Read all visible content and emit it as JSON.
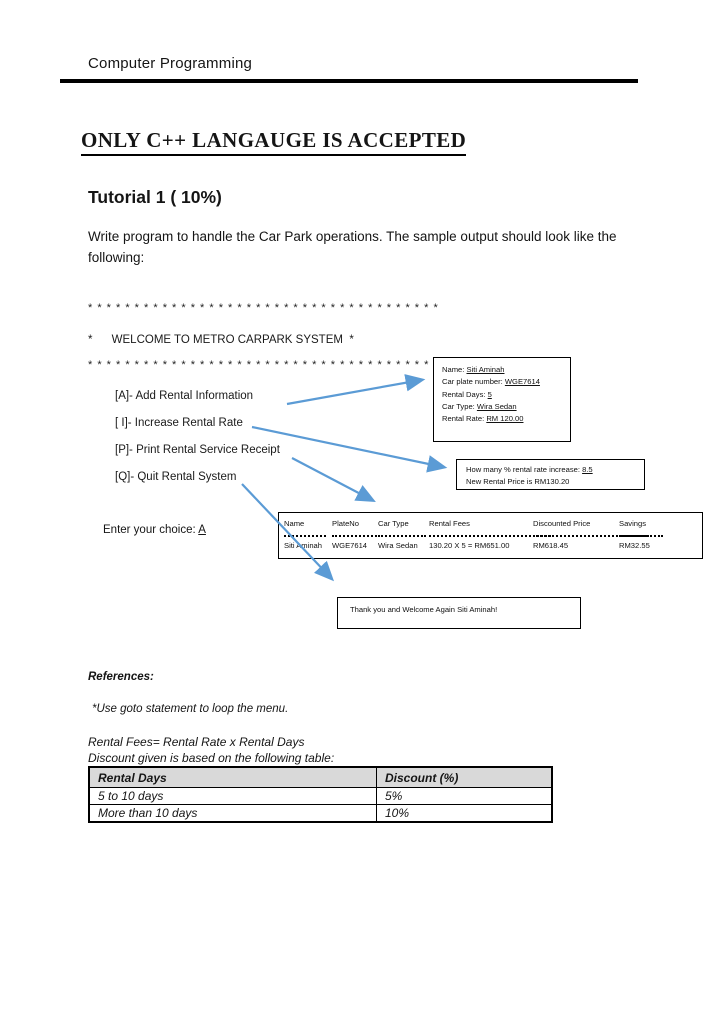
{
  "header": {
    "course": "Computer Programming"
  },
  "title": "ONLY C++ LANGAUGE IS ACCEPTED",
  "tutorial": {
    "heading": "Tutorial 1 ( 10%)",
    "intro": "Write program to handle the Car Park operations. The sample output should look like the following:"
  },
  "console": {
    "stars": "* * * * * * * * * * * * * * * * * * * * * * * * * * * * * * * * * * * * * *",
    "welcome": "*      WELCOME TO METRO CARPARK SYSTEM  *",
    "menu": [
      "[A]- Add Rental Information",
      "[ I]- Increase Rental Rate",
      "[P]- Print Rental Service Receipt",
      "[Q]- Quit Rental System"
    ],
    "prompt_label": "Enter your choice: ",
    "prompt_value": "A"
  },
  "info_box": {
    "lines": [
      {
        "label": "Name: ",
        "value": "Siti Aminah"
      },
      {
        "label": "Car plate number: ",
        "value": "WGE7614"
      },
      {
        "label": "Rental Days: ",
        "value": "5"
      },
      {
        "label": "Car Type: ",
        "value": "Wira Sedan"
      },
      {
        "label": "Rental Rate: ",
        "value": "RM 120.00"
      }
    ]
  },
  "rate_box": {
    "line1_label": "How many % rental rate increase: ",
    "line1_value": "8.5",
    "line2": "New Rental Price is RM130.20"
  },
  "receipt": {
    "columns": [
      {
        "header": "Name",
        "value": "Siti Aminah"
      },
      {
        "header": "PlateNo",
        "value": "WGE7614"
      },
      {
        "header": "Car Type",
        "value": "Wira Sedan"
      },
      {
        "header": "Rental Fees",
        "value": "130.20 X 5 = RM651.00"
      },
      {
        "header": "Discounted Price",
        "value": "RM618.45"
      },
      {
        "header": "Savings",
        "value": "RM32.55"
      }
    ]
  },
  "thanks_box": {
    "text": "Thank you and Welcome Again Siti Aminah!"
  },
  "references": {
    "heading": "References:",
    "note": "*Use goto statement to loop the menu.",
    "formula": "Rental Fees= Rental Rate x Rental Days",
    "table_intro": "Discount given is based on the following table:"
  },
  "discount_table": {
    "header": [
      "Rental Days",
      "Discount (%)"
    ],
    "rows": [
      [
        "5 to 10 days",
        "5%"
      ],
      [
        "More than 10 days",
        "10%"
      ]
    ]
  },
  "colors": {
    "arrow": "#5b9bd5",
    "table_header_bg": "#d9d9d9"
  }
}
